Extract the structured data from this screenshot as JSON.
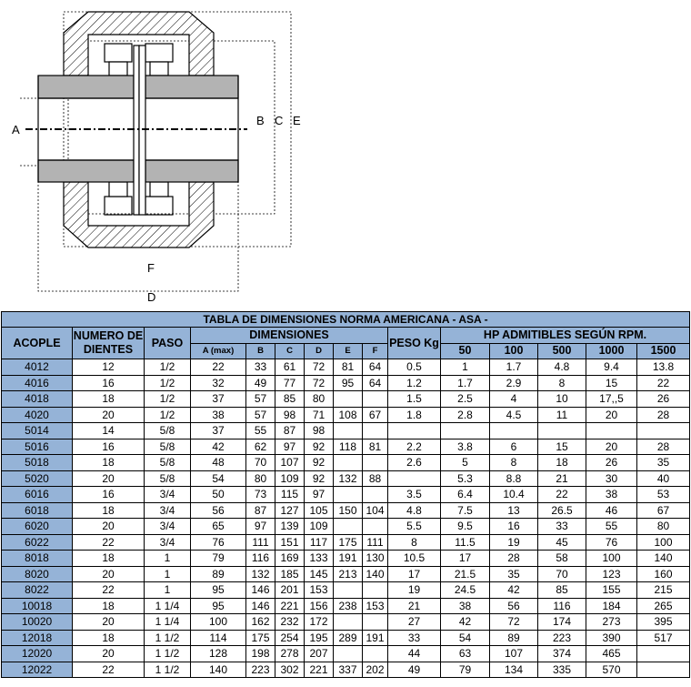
{
  "drawing": {
    "labels": {
      "A": "A",
      "B": "B",
      "C": "C",
      "D": "D",
      "E": "E",
      "F": "F"
    }
  },
  "table": {
    "title": "TABLA DE DIMENSIONES NORMA AMERICANA - ASA -",
    "headers": {
      "acople": "ACOPLE",
      "numero": "NUMERO DE DIENTES",
      "paso": "PASO",
      "dimensiones": "DIMENSIONES",
      "peso": "PESO Kg",
      "hp": "HP ADMITIBLES SEGÚN RPM."
    },
    "dim_sub": [
      "A (max)",
      "B",
      "C",
      "D",
      "E",
      "F"
    ],
    "rpm": [
      "50",
      "100",
      "500",
      "1000",
      "1500"
    ],
    "rows": [
      [
        "4012",
        "12",
        "1/2",
        "22",
        "33",
        "61",
        "72",
        "81",
        "64",
        "0.5",
        "1",
        "1.7",
        "4.8",
        "9.4",
        "13.8"
      ],
      [
        "4016",
        "16",
        "1/2",
        "32",
        "49",
        "77",
        "72",
        "95",
        "64",
        "1.2",
        "1.7",
        "2.9",
        "8",
        "15",
        "22"
      ],
      [
        "4018",
        "18",
        "1/2",
        "37",
        "57",
        "85",
        "80",
        "",
        "",
        "1.5",
        "2.5",
        "4",
        "10",
        "17,,5",
        "26"
      ],
      [
        "4020",
        "20",
        "1/2",
        "38",
        "57",
        "98",
        "71",
        "108",
        "67",
        "1.8",
        "2.8",
        "4.5",
        "11",
        "20",
        "28"
      ],
      [
        "5014",
        "14",
        "5/8",
        "37",
        "55",
        "87",
        "98",
        "",
        "",
        "",
        "",
        "",
        "",
        "",
        ""
      ],
      [
        "5016",
        "16",
        "5/8",
        "42",
        "62",
        "97",
        "92",
        "118",
        "81",
        "2.2",
        "3.8",
        "6",
        "15",
        "20",
        "28"
      ],
      [
        "5018",
        "18",
        "5/8",
        "48",
        "70",
        "107",
        "92",
        "",
        "",
        "2.6",
        "5",
        "8",
        "18",
        "26",
        "35"
      ],
      [
        "5020",
        "20",
        "5/8",
        "54",
        "80",
        "109",
        "92",
        "132",
        "88",
        "",
        "5.3",
        "8.8",
        "21",
        "30",
        "40"
      ],
      [
        "6016",
        "16",
        "3/4",
        "50",
        "73",
        "115",
        "97",
        "",
        "",
        "3.5",
        "6.4",
        "10.4",
        "22",
        "38",
        "53"
      ],
      [
        "6018",
        "18",
        "3/4",
        "56",
        "87",
        "127",
        "105",
        "150",
        "104",
        "4.8",
        "7.5",
        "13",
        "26.5",
        "46",
        "67"
      ],
      [
        "6020",
        "20",
        "3/4",
        "65",
        "97",
        "139",
        "109",
        "",
        "",
        "5.5",
        "9.5",
        "16",
        "33",
        "55",
        "80"
      ],
      [
        "6022",
        "22",
        "3/4",
        "76",
        "111",
        "151",
        "117",
        "175",
        "111",
        "8",
        "11.5",
        "19",
        "45",
        "76",
        "100"
      ],
      [
        "8018",
        "18",
        "1",
        "79",
        "116",
        "169",
        "133",
        "191",
        "130",
        "10.5",
        "17",
        "28",
        "58",
        "100",
        "140"
      ],
      [
        "8020",
        "20",
        "1",
        "89",
        "132",
        "185",
        "145",
        "213",
        "140",
        "17",
        "21.5",
        "35",
        "70",
        "123",
        "160"
      ],
      [
        "8022",
        "22",
        "1",
        "95",
        "146",
        "201",
        "153",
        "",
        "",
        "19",
        "24.5",
        "42",
        "85",
        "155",
        "215"
      ],
      [
        "10018",
        "18",
        "1 1/4",
        "95",
        "146",
        "221",
        "156",
        "238",
        "153",
        "21",
        "38",
        "56",
        "116",
        "184",
        "265"
      ],
      [
        "10020",
        "20",
        "1 1/4",
        "100",
        "162",
        "232",
        "172",
        "",
        "",
        "27",
        "42",
        "72",
        "174",
        "273",
        "395"
      ],
      [
        "12018",
        "18",
        "1 1/2",
        "114",
        "175",
        "254",
        "195",
        "289",
        "191",
        "33",
        "54",
        "89",
        "223",
        "390",
        "517"
      ],
      [
        "12020",
        "20",
        "1 1/2",
        "128",
        "198",
        "278",
        "207",
        "",
        "",
        "44",
        "63",
        "107",
        "374",
        "465",
        ""
      ],
      [
        "12022",
        "22",
        "1 1/2",
        "140",
        "223",
        "302",
        "221",
        "337",
        "202",
        "49",
        "79",
        "134",
        "335",
        "570",
        ""
      ]
    ]
  }
}
